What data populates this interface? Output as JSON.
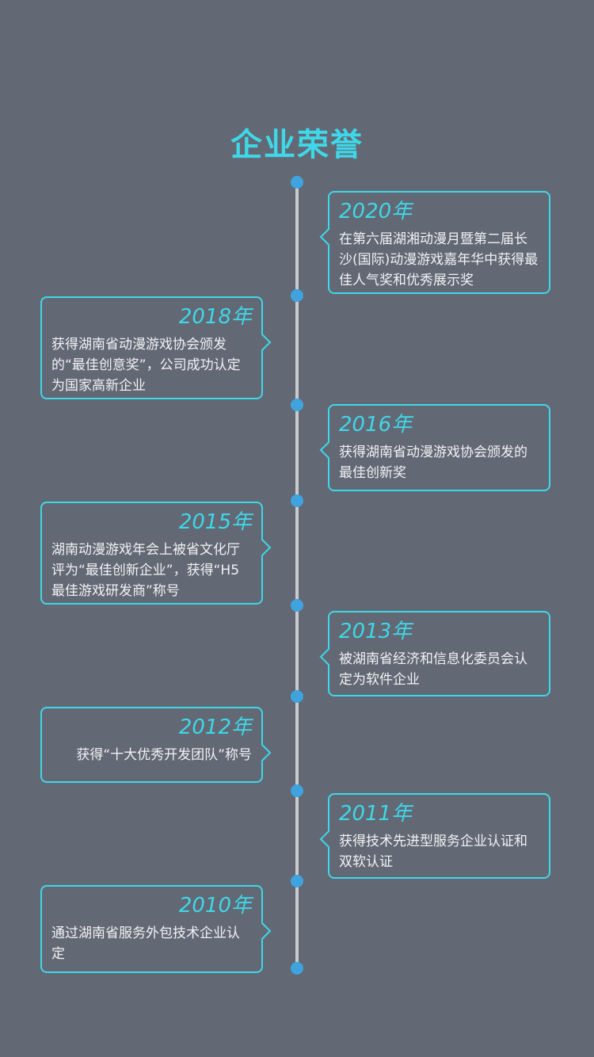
{
  "title": "企业荣誉",
  "colors": {
    "accent": "#3ed8e8",
    "dot": "#3fa3df",
    "background": "#636875"
  },
  "milestones": [
    {
      "year": "2020年",
      "text": "在第六届湖湘动漫月暨第二届长沙(国际)动漫游戏嘉年华中获得最佳人气奖和优秀展示奖"
    },
    {
      "year": "2018年",
      "text": "获得湖南省动漫游戏协会颁发的“最佳创意奖”，公司成功认定为国家高新企业"
    },
    {
      "year": "2016年",
      "text": "获得湖南省动漫游戏协会颁发的最佳创新奖"
    },
    {
      "year": "2015年",
      "text": "湖南动漫游戏年会上被省文化厅评为“最佳创新企业”，获得“H5最佳游戏研发商”称号"
    },
    {
      "year": "2013年",
      "text": "被湖南省经济和信息化委员会认定为软件企业"
    },
    {
      "year": "2012年",
      "text": "获得“十大优秀开发团队”称号"
    },
    {
      "year": "2011年",
      "text": "获得技术先进型服务企业认证和双软认证"
    },
    {
      "year": "2010年",
      "text": "通过湖南省服务外包技术企业认定"
    }
  ]
}
